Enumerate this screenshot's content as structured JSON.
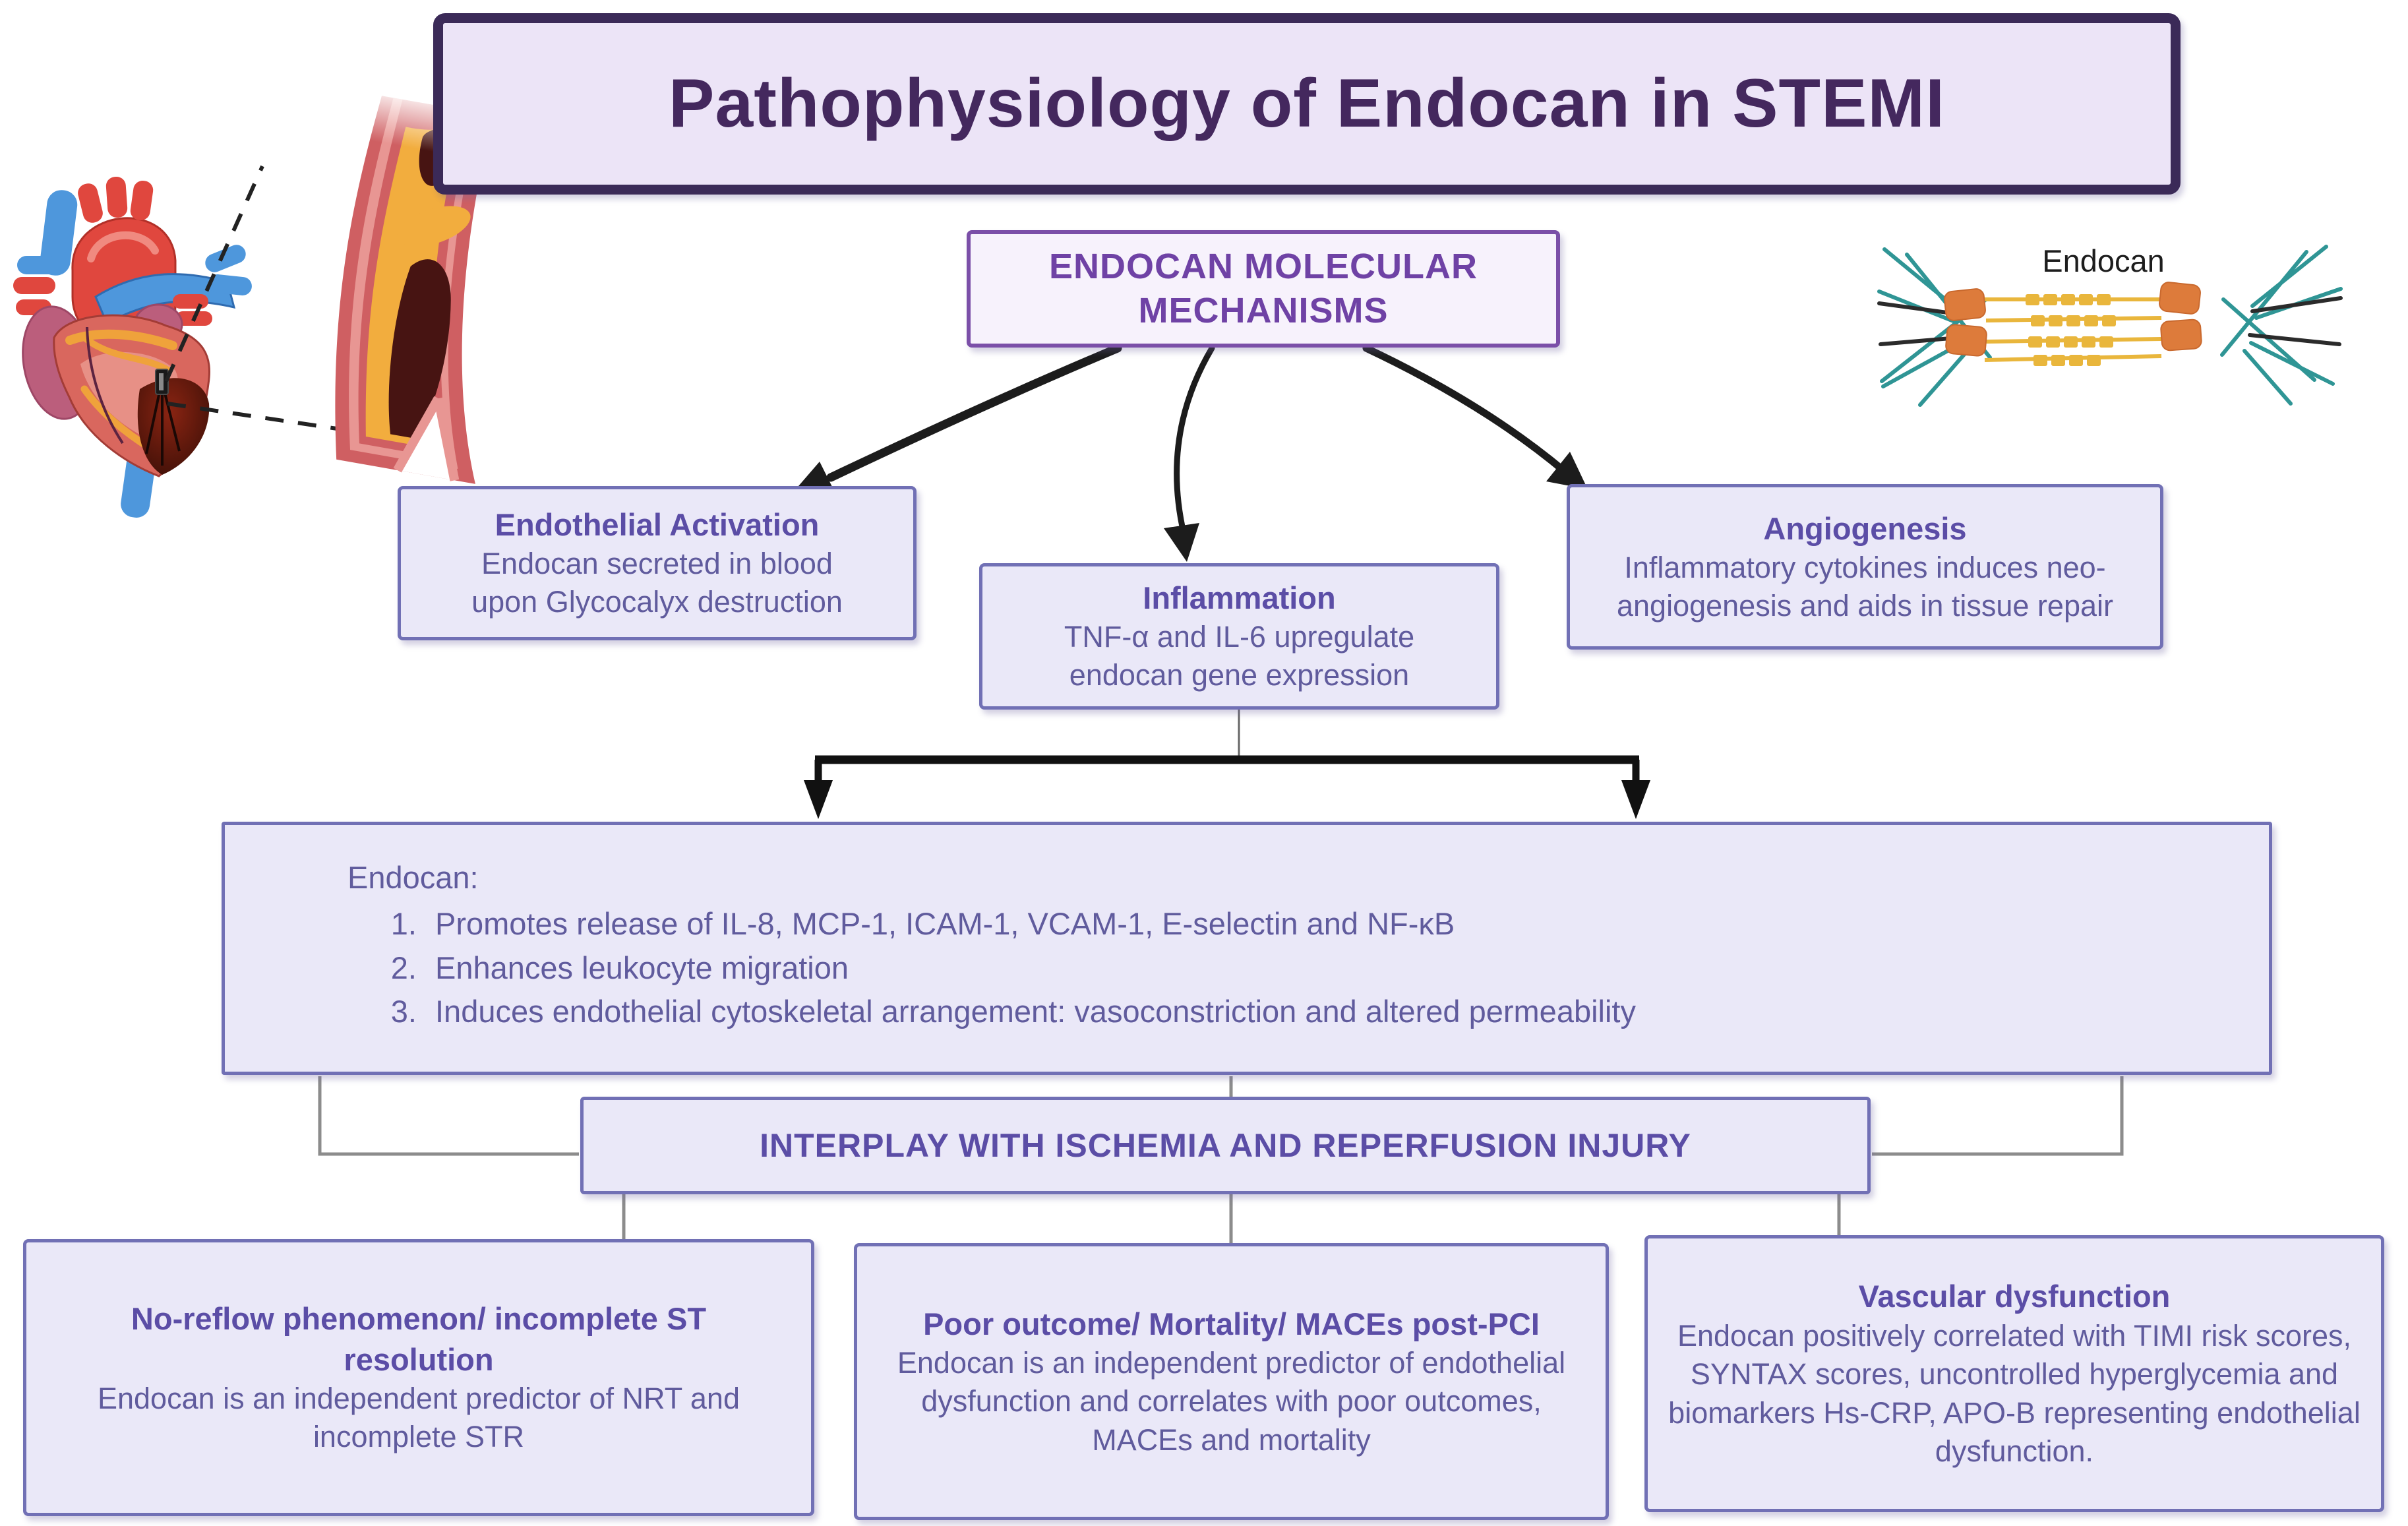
{
  "title": "Pathophysiology of Endocan in STEMI",
  "mechanisms_box": {
    "line1": "ENDOCAN MOLECULAR",
    "line2": "MECHANISMS"
  },
  "branches": [
    {
      "heading": "Endothelial Activation",
      "body": "Endocan secreted in blood upon Glycocalyx destruction"
    },
    {
      "heading": "Inflammation",
      "body": "TNF-α and IL-6 upregulate endocan gene expression"
    },
    {
      "heading": "Angiogenesis",
      "body": "Inflammatory cytokines induces neo-angiogenesis and aids in tissue repair"
    }
  ],
  "effects_box": {
    "heading": "Endocan:",
    "items": [
      {
        "n": "1.",
        "text": "Promotes release of IL-8, MCP-1, ICAM-1, VCAM-1, E-selectin and NF-κB"
      },
      {
        "n": "2.",
        "text": "Enhances leukocyte migration"
      },
      {
        "n": "3.",
        "text": "Induces endothelial cytoskeletal arrangement: vasoconstriction and altered permeability"
      }
    ]
  },
  "interplay_box": {
    "label": "INTERPLAY WITH ISCHEMIA AND REPERFUSION INJURY"
  },
  "outcomes": [
    {
      "heading": "No-reflow phenomenon/ incomplete ST resolution",
      "body": "Endocan is an independent predictor of NRT and incomplete STR"
    },
    {
      "heading": "Poor outcome/ Mortality/ MACEs post-PCI",
      "body": "Endocan is an independent predictor of endothelial dysfunction and correlates with poor outcomes, MACEs and mortality"
    },
    {
      "heading": "Vascular dysfunction",
      "body": "Endocan positively correlated with TIMI risk scores, SYNTAX scores, uncontrolled hyperglycemia and biomarkers Hs-CRP, APO-B representing endothelial dysfunction."
    }
  ],
  "molecule": {
    "label": "Endocan"
  },
  "colors": {
    "title_border": "#3b2a58",
    "title_fill": "#ece4f7",
    "title_text": "#44285e",
    "mechanisms_border": "#7b4fa8",
    "mechanisms_text": "#6f42a5",
    "box_border": "#7170b5",
    "box_fill": "#eae8f8",
    "heading_purple": "#5b4da6",
    "body_purple": "#605b9d",
    "connector_gray": "#8c8c8c",
    "arrow_black": "#1c1c1c",
    "molecule_orange": "#dd7b3b",
    "molecule_yellow": "#e9b63c",
    "molecule_teal": "#2f9595",
    "heart_red": "#e0473e",
    "heart_blue": "#4e97dc",
    "heart_mauve": "#bb5e7c",
    "artery_wall": "#cf5f62",
    "plaque_yellow": "#f2ad3e",
    "lumen_dark": "#471412"
  }
}
